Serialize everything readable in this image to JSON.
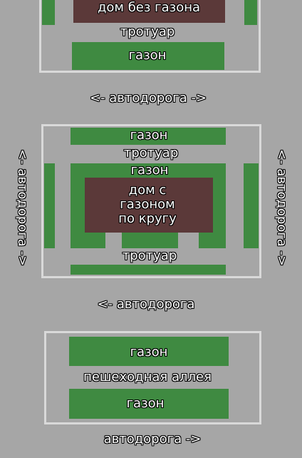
{
  "colors": {
    "background": "#a6a6a6",
    "border": "#d9d9d9",
    "grass": "#3f8a41",
    "house": "#5b3939",
    "text": "#ffffff"
  },
  "top_block": {
    "house_label": "дом без газона",
    "sidewalk_label": "тротуар",
    "lawn_label": "газон"
  },
  "road_1": "<- автодорога ->",
  "middle_block": {
    "lawn_top_label": "газон",
    "sidewalk_top_label": "тротуар",
    "lawn_ring_label": "газон",
    "house_line1": "дом с",
    "house_line2": "газоном",
    "house_line3": "по кругу",
    "sidewalk_bottom_label": "тротуар"
  },
  "road_left": "<- автодорога ->",
  "road_right": "<- автодорога ->",
  "road_2": "<- автодорога",
  "bottom_block": {
    "lawn_top_label": "газон",
    "alley_label": "пешеходная аллея",
    "lawn_bottom_label": "газон"
  },
  "road_3": "автодорога ->"
}
